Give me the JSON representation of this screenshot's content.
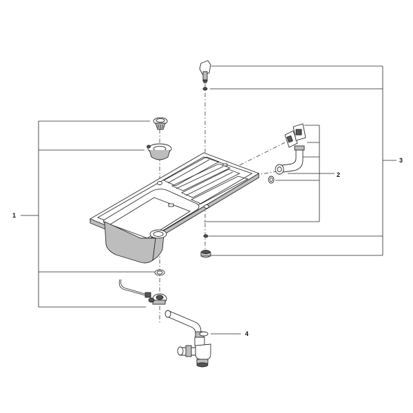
{
  "diagram": {
    "callouts": [
      {
        "id": "1",
        "label": "1"
      },
      {
        "id": "2",
        "label": "2"
      },
      {
        "id": "3",
        "label": "3"
      },
      {
        "id": "4",
        "label": "4"
      }
    ],
    "colors": {
      "line": "#222222",
      "metal_light": "#e6e6e6",
      "metal_mid": "#bdbdbd",
      "metal_dark": "#555555"
    }
  }
}
